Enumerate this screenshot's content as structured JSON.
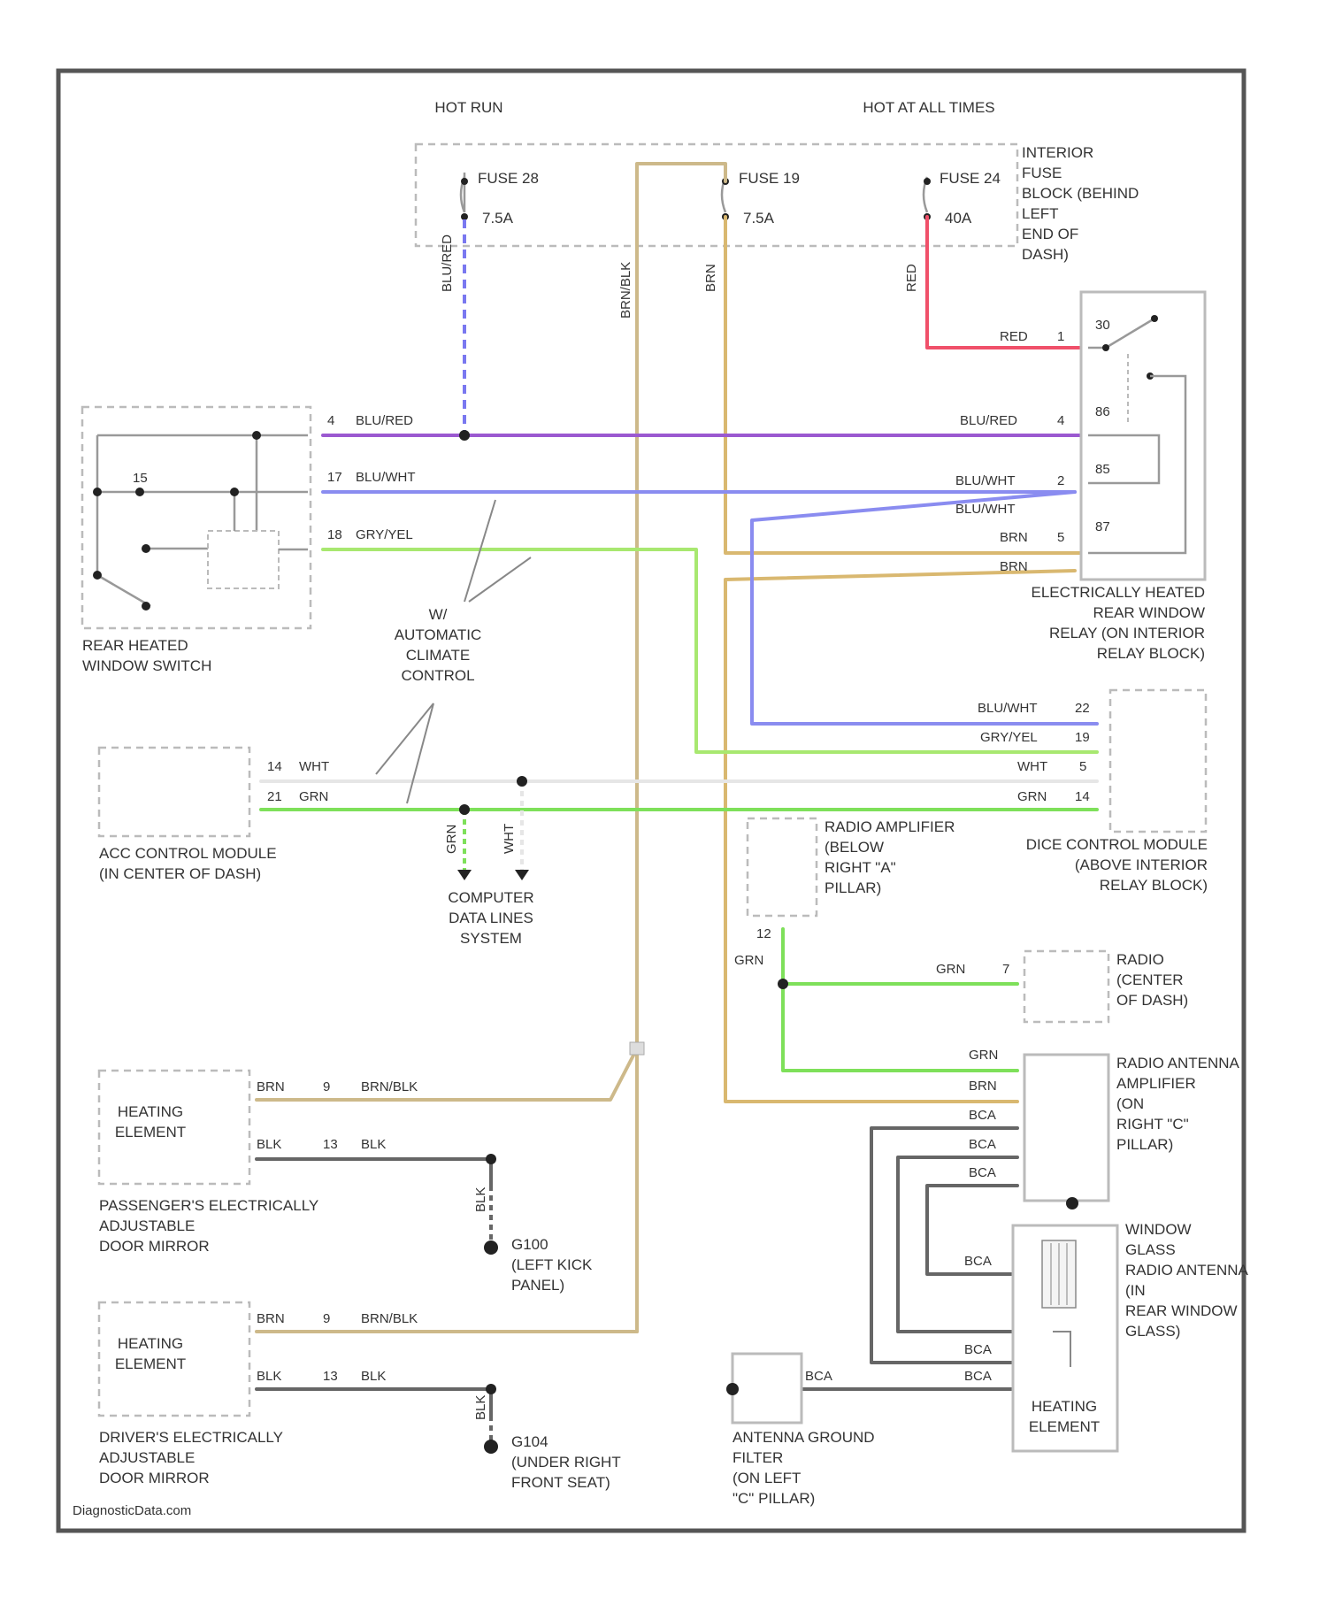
{
  "colors": {
    "blu_red": "#9b59d0",
    "blu_wht": "#8a8cf0",
    "gry_yel": "#a8e870",
    "grn": "#7ee05a",
    "wht": "#e6e6e6",
    "brn": "#d9b870",
    "brn_blk": "#cdb98a",
    "red": "#f0506a",
    "blk": "#666666",
    "dash_blu": "#7a78f0"
  },
  "power": {
    "hot_run": "HOT RUN",
    "hot_all_times": "HOT AT ALL TIMES",
    "fuse28_name": "FUSE 28",
    "fuse28_rating": "7.5A",
    "fuse19_name": "FUSE 19",
    "fuse19_rating": "7.5A",
    "fuse24_name": "FUSE 24",
    "fuse24_rating": "40A",
    "fuse_block": [
      "INTERIOR",
      "FUSE",
      "BLOCK (BEHIND",
      "LEFT",
      "END OF",
      "DASH)"
    ]
  },
  "wires": {
    "blu_red": "BLU/RED",
    "blu_wht": "BLU/WHT",
    "gry_yel": "GRY/YEL",
    "wht": "WHT",
    "grn": "GRN",
    "brn": "BRN",
    "brn_blk": "BRN/BLK",
    "red": "RED",
    "blk": "BLK",
    "bca": "BCA"
  },
  "pins": {
    "sw_a": "4",
    "sw_b": "17",
    "sw_c": "18",
    "acc_a": "14",
    "acc_b": "21",
    "relay_red": "1",
    "relay_blu_red": "4",
    "relay_blu_wht": "2",
    "relay_brn": "5",
    "relay_30": "30",
    "relay_86": "86",
    "relay_85": "85",
    "relay_87": "87",
    "dice_a": "22",
    "dice_b": "19",
    "dice_c": "5",
    "dice_d": "14",
    "amp_pin": "12",
    "radio_pin": "7",
    "mirror_a": "9",
    "mirror_b": "13",
    "sw_internal": "15"
  },
  "components": {
    "rear_switch": [
      "REAR HEATED",
      "WINDOW SWITCH"
    ],
    "automatic_climate": [
      "W/",
      "AUTOMATIC",
      "CLIMATE",
      "CONTROL"
    ],
    "acc_module": [
      "ACC CONTROL MODULE",
      "(IN CENTER OF DASH)"
    ],
    "computer_data": [
      "COMPUTER",
      "DATA LINES",
      "SYSTEM"
    ],
    "relay": [
      "ELECTRICALLY HEATED",
      "REAR WINDOW",
      "RELAY (ON INTERIOR",
      "RELAY BLOCK)"
    ],
    "dice_module": [
      "DICE CONTROL MODULE",
      "(ABOVE INTERIOR",
      "RELAY BLOCK)"
    ],
    "radio_amp": [
      "RADIO AMPLIFIER",
      "(BELOW",
      "RIGHT \"A\"",
      "PILLAR)"
    ],
    "radio": [
      "RADIO",
      "(CENTER",
      "OF DASH)"
    ],
    "antenna_amp": [
      "RADIO ANTENNA",
      "AMPLIFIER",
      "(ON",
      "RIGHT \"C\"",
      "PILLAR)"
    ],
    "window_antenna": [
      "WINDOW",
      "GLASS",
      "RADIO ANTENNA",
      "(IN",
      "REAR WINDOW",
      "GLASS)"
    ],
    "heating_element_rear": [
      "HEATING",
      "ELEMENT"
    ],
    "heating_element": [
      "HEATING",
      "ELEMENT"
    ],
    "pass_mirror": [
      "PASSENGER'S ELECTRICALLY",
      "ADJUSTABLE",
      "DOOR MIRROR"
    ],
    "drv_mirror": [
      "DRIVER'S ELECTRICALLY",
      "ADJUSTABLE",
      "DOOR MIRROR"
    ],
    "g100": [
      "G100",
      "(LEFT KICK",
      "PANEL)"
    ],
    "g104": [
      "G104",
      "(UNDER RIGHT",
      "FRONT SEAT)"
    ],
    "antenna_filter": [
      "ANTENNA GROUND",
      "FILTER",
      "(ON LEFT",
      "\"C\" PILLAR)"
    ]
  },
  "footer": "DiagnosticData.com"
}
